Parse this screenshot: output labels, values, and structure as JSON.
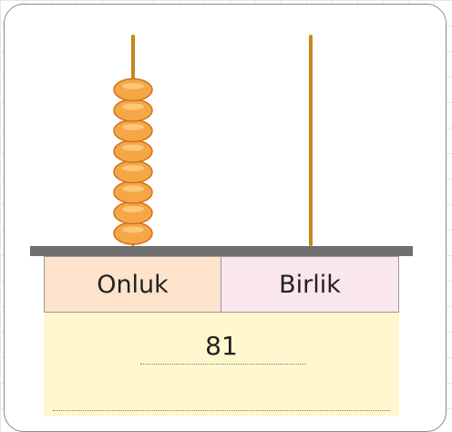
{
  "abacus": {
    "rods": [
      {
        "place": "tens",
        "label": "Onluk",
        "bead_count": 8
      },
      {
        "place": "ones",
        "label": "Birlik",
        "bead_count": 0
      }
    ],
    "colors": {
      "bead_fill": "#f5a646",
      "bead_outline": "#d2701c",
      "rod": "#c8861c",
      "shelf": "#6f6f6f",
      "tens_cell": "#fde3cc",
      "ones_cell": "#f9e6ee",
      "answer_box": "#fff8cf"
    }
  },
  "answer": {
    "value": "81"
  }
}
